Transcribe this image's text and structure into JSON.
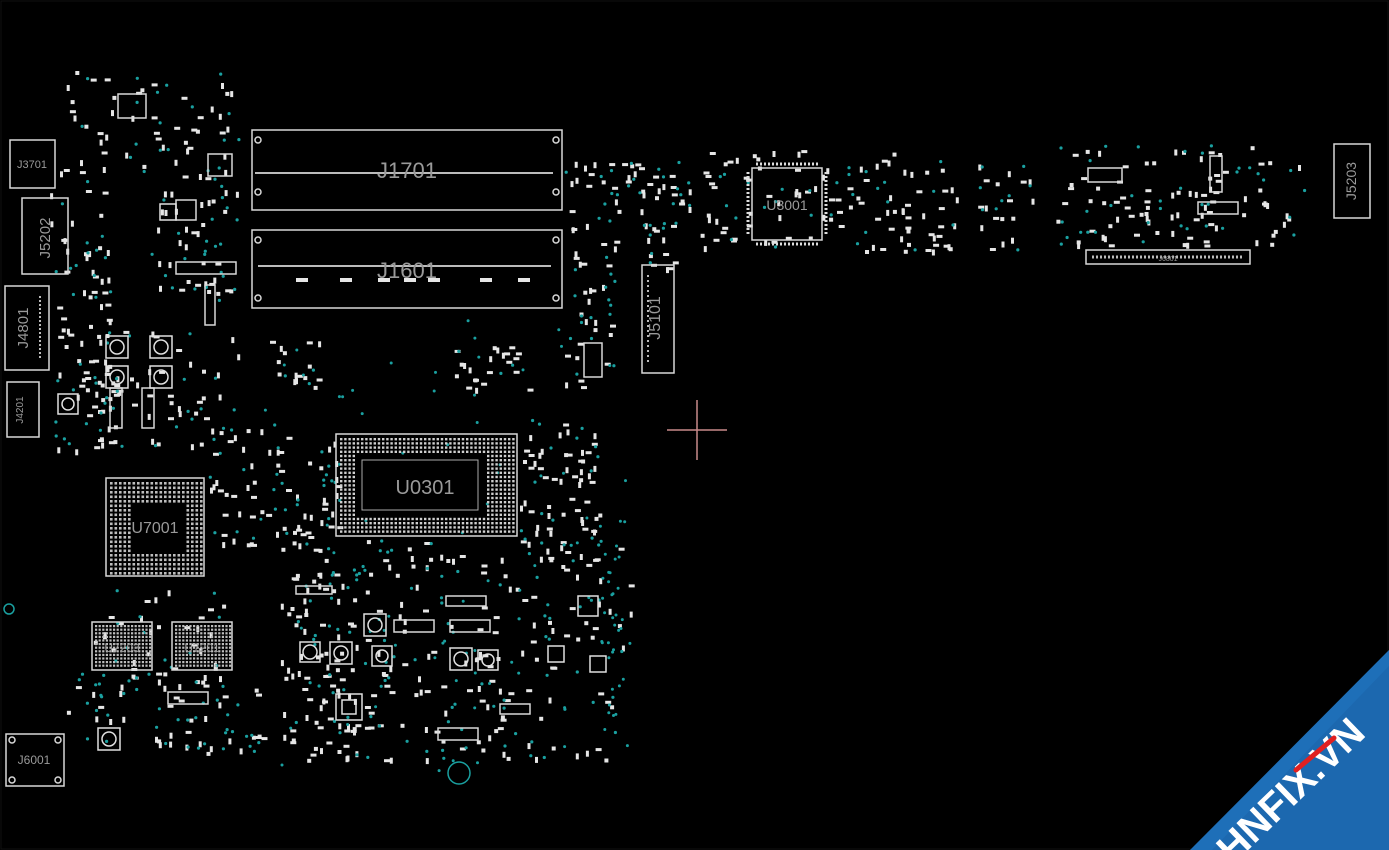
{
  "viewer": {
    "background": "#000000",
    "outline_color": "#d8d8d8",
    "pad_color": "#e6e6e6",
    "via_color": "#1aa0a0",
    "cursor_color": "#c98a8a"
  },
  "components": [
    {
      "ref": "J1701",
      "kind": "dimm-slot"
    },
    {
      "ref": "J1601",
      "kind": "dimm-slot"
    },
    {
      "ref": "J3701",
      "kind": "connector"
    },
    {
      "ref": "J5202",
      "kind": "connector"
    },
    {
      "ref": "J4801",
      "kind": "connector"
    },
    {
      "ref": "J4201",
      "kind": "connector"
    },
    {
      "ref": "U0301",
      "kind": "cpu-bga"
    },
    {
      "ref": "U7001",
      "kind": "bga"
    },
    {
      "ref": "U7203",
      "kind": "memory-ic"
    },
    {
      "ref": "U7201",
      "kind": "memory-ic"
    },
    {
      "ref": "J6001",
      "kind": "connector"
    },
    {
      "ref": "J5101",
      "kind": "connector"
    },
    {
      "ref": "U3001",
      "kind": "qfn-ic"
    },
    {
      "ref": "J5203",
      "kind": "connector"
    },
    {
      "ref": "J6801",
      "kind": "connector"
    }
  ],
  "watermark": {
    "text": "HNFIX.VN",
    "band_color": "#1e6fb8",
    "text_color": "#ffffff",
    "accent_color": "#e02020"
  }
}
